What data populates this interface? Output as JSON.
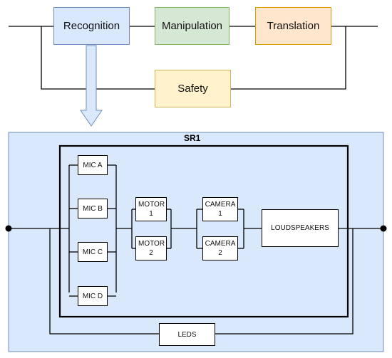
{
  "top_row": {
    "recognition": "Recognition",
    "manipulation": "Manipulation",
    "translation": "Translation",
    "safety": "Safety"
  },
  "colors": {
    "recognition_fill": "#dae8fc",
    "recognition_border": "#6c8ebf",
    "manipulation_fill": "#d5e8d4",
    "manipulation_border": "#82b366",
    "translation_fill": "#ffe6cc",
    "translation_border": "#d79b00",
    "safety_fill": "#fff2cc",
    "safety_border": "#d6b656",
    "panel_fill": "#dae8fc",
    "panel_border": "#6c8ebf"
  },
  "sr1": {
    "title": "SR1",
    "mic_a": "MIC A",
    "mic_b": "MIC B",
    "mic_c": "MIC C",
    "mic_d": "MIC D",
    "motor_1": "MOTOR 1",
    "motor_2": "MOTOR 2",
    "camera_1": "CAMERA 1",
    "camera_2": "CAMERA 2",
    "loudspeakers": "LOUDSPEAKERS",
    "leds": "LEDS"
  }
}
